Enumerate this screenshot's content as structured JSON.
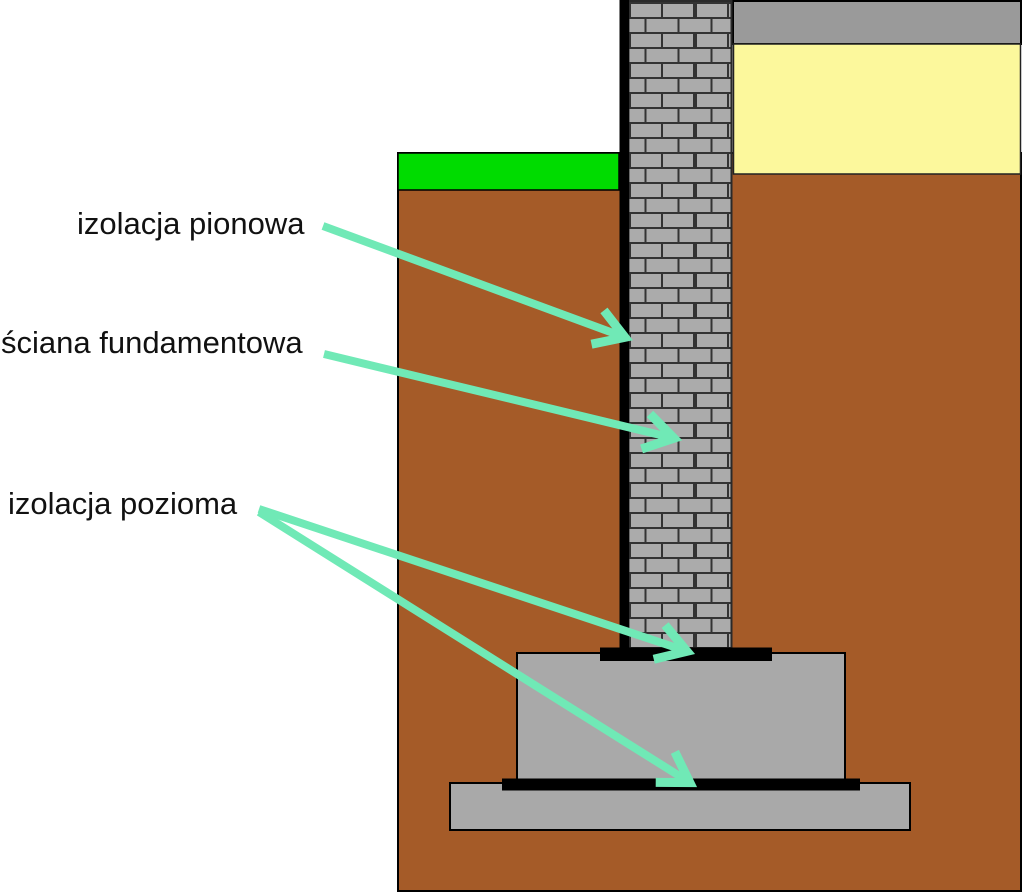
{
  "diagram": {
    "labels": {
      "vertical_insulation": "izolacja pionowa",
      "foundation_wall": "ściana fundamentowa",
      "horizontal_insulation": "izolacja pozioma"
    },
    "colors": {
      "soil": "#A55B28",
      "grass": "#00DC00",
      "top_slab": "#9A9A9A",
      "floor_layer": "#FCF89C",
      "concrete": "#A9A9A9",
      "brick": "#ABABAB",
      "mortar": "#333333",
      "insulation": "#000000",
      "arrow": "#70E9B6"
    }
  }
}
